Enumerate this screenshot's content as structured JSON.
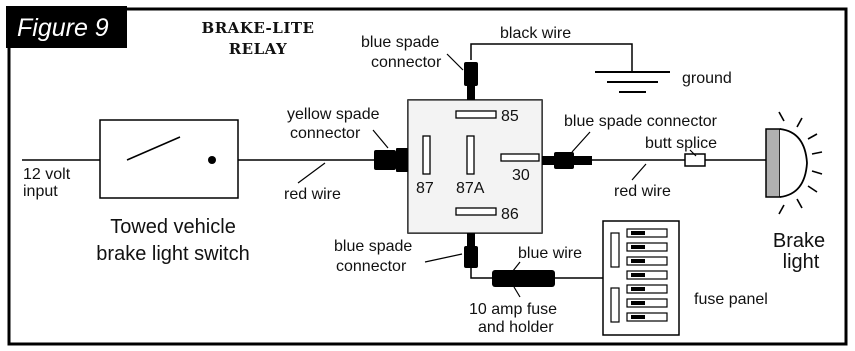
{
  "figure_label": "Figure 9",
  "title_line1": "BRAKE-LITE",
  "title_line2": "RELAY",
  "labels": {
    "blue_spade_top_1": "blue spade",
    "blue_spade_top_2": "connector",
    "black_wire": "black wire",
    "ground": "ground",
    "yellow_spade_1": "yellow spade",
    "yellow_spade_2": "connector",
    "blue_spade_right": "blue spade connector",
    "butt_splice": "butt splice",
    "input_1": "12 volt",
    "input_2": "input",
    "red_wire_left": "red wire",
    "red_wire_right": "red wire",
    "switch_1": "Towed vehicle",
    "switch_2": "brake light switch",
    "brake_light_1": "Brake",
    "brake_light_2": "light",
    "blue_spade_bottom_1": "blue spade",
    "blue_spade_bottom_2": "connector",
    "blue_wire": "blue wire",
    "fuse_1": "10 amp fuse",
    "fuse_2": "and holder",
    "fuse_panel": "fuse panel"
  },
  "pins": {
    "p85": "85",
    "p86": "86",
    "p87": "87",
    "p87a": "87A",
    "p30": "30"
  }
}
